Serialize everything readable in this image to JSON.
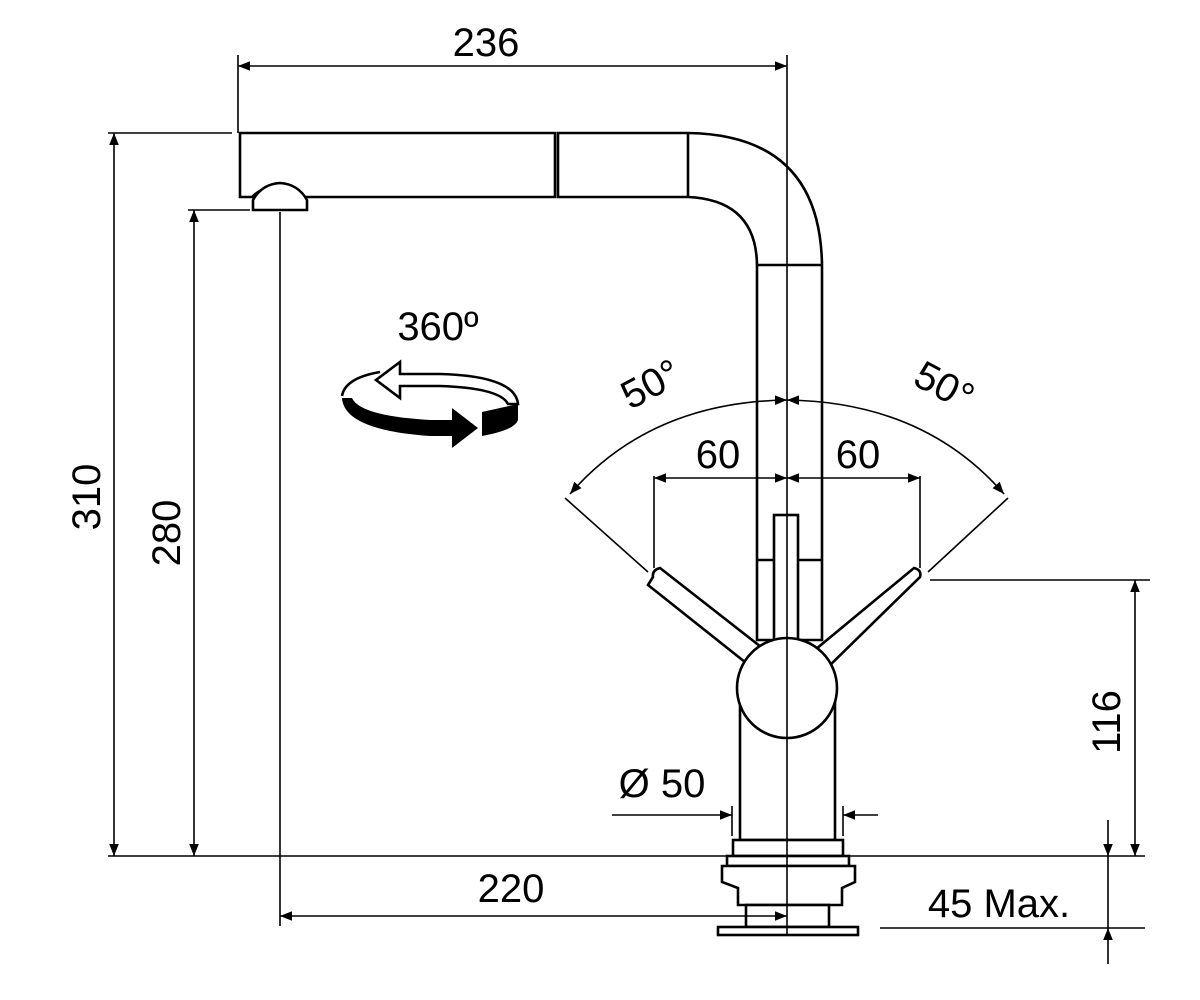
{
  "dimensions": {
    "top_width": "236",
    "total_height": "310",
    "spout_height": "280",
    "reach": "220",
    "handle_height": "116",
    "base_diameter": "Ø 50",
    "deck_thickness": "45 Max.",
    "handle_left_offset": "60",
    "handle_right_offset": "60",
    "angle_left": "50°",
    "angle_right": "50°",
    "rotation": "360º"
  },
  "colors": {
    "line": "#000000",
    "background": "#ffffff"
  }
}
